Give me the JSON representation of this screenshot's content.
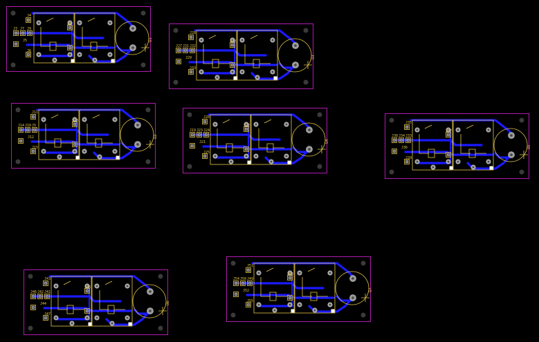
{
  "colors": {
    "background": "#000000",
    "board_outline": "#b01bb0",
    "copper_trace": "#1a1aff",
    "silkscreen": "#e6c84a",
    "pad_fill": "#9a9a9a",
    "pad_ring": "#e6c84a",
    "mount_hole": "#3a3a3a",
    "via_highlight": "#ffffff"
  },
  "boards": [
    {
      "id": "b1",
      "header_labels": [
        "J3",
        "J7",
        "J9"
      ],
      "connector_labels": [
        "J4",
        "J5",
        "J8",
        "J6"
      ],
      "regulator_label": "U1"
    },
    {
      "id": "b2",
      "header_labels": [
        "J27",
        "J31",
        "J32"
      ],
      "connector_labels": [
        "J28",
        "J29",
        "J30",
        "J33"
      ],
      "regulator_label": "U3"
    },
    {
      "id": "b3",
      "header_labels": [
        "J14",
        "J10",
        "J5"
      ],
      "connector_labels": [
        "J11",
        "J12",
        "J13",
        "J15"
      ],
      "regulator_label": "U2"
    },
    {
      "id": "b4",
      "header_labels": [
        "J19",
        "J23",
        "J24"
      ],
      "connector_labels": [
        "J20",
        "J21",
        "J22",
        "J25"
      ],
      "regulator_label": "U4"
    },
    {
      "id": "b5",
      "header_labels": [
        "J38",
        "J34",
        "J33"
      ],
      "connector_labels": [
        "J35",
        "J36",
        "J37",
        "J39"
      ],
      "regulator_label": "U5"
    },
    {
      "id": "b6",
      "header_labels": [
        "J46",
        "J42",
        "J41"
      ],
      "connector_labels": [
        "J43",
        "J44",
        "J45",
        "J47"
      ],
      "regulator_label": "U6"
    },
    {
      "id": "b7",
      "header_labels": [
        "J54",
        "J50",
        "J49"
      ],
      "connector_labels": [
        "J51",
        "J52",
        "J53",
        "J55"
      ],
      "regulator_label": "U7"
    }
  ]
}
